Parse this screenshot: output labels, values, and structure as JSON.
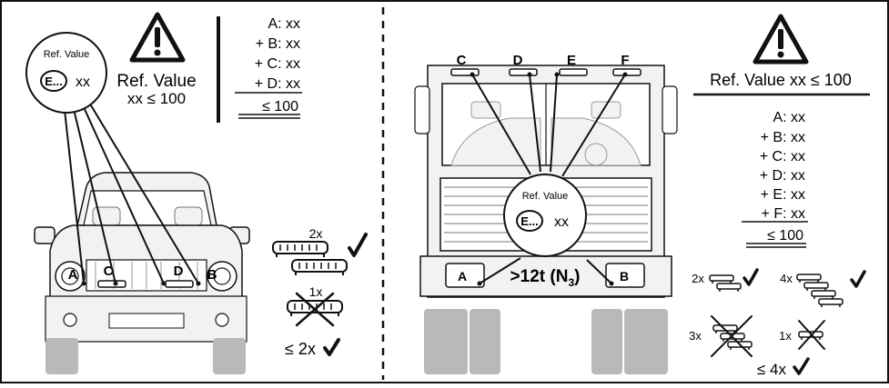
{
  "left": {
    "badge_ref_label": "Ref. Value",
    "badge_e_label": "E...",
    "badge_xx": "xx",
    "ref_value_label": "Ref. Value",
    "ref_value_formula": "xx ≤ 100",
    "sum_lines": [
      "A: xx",
      "+ B: xx",
      "+ C: xx",
      "+ D: xx"
    ],
    "sum_total": "≤ 100",
    "lamp_labels": [
      "A",
      "B",
      "C",
      "D"
    ],
    "bar_count_ok": "2x",
    "bar_count_bad": "1x",
    "max_bars": "≤ 2x"
  },
  "right": {
    "lamp_labels": [
      "C",
      "D",
      "E",
      "F",
      "A",
      "B"
    ],
    "badge_ref_label": "Ref. Value",
    "badge_e_label": "E...",
    "badge_xx": "xx",
    "plate_text": ">12t (N",
    "plate_sub": "3",
    "plate_close": ")",
    "ref_value_line": "Ref. Value xx ≤ 100",
    "sum_lines": [
      "A: xx",
      "+ B: xx",
      "+ C: xx",
      "+ D: xx",
      "+ E: xx",
      "+ F: xx"
    ],
    "sum_total": "≤ 100",
    "count_2x": "2x",
    "count_4x": "4x",
    "count_3x": "3x",
    "count_1x": "1x",
    "max_lamps": "≤ 4x"
  },
  "icons": {
    "warning": "warning-triangle-icon",
    "check": "check-icon",
    "cross": "cross-icon"
  },
  "colors": {
    "line": "#111111",
    "vehicle_fill": "#f2f2f2",
    "tire_fill": "#b9b9b9"
  }
}
